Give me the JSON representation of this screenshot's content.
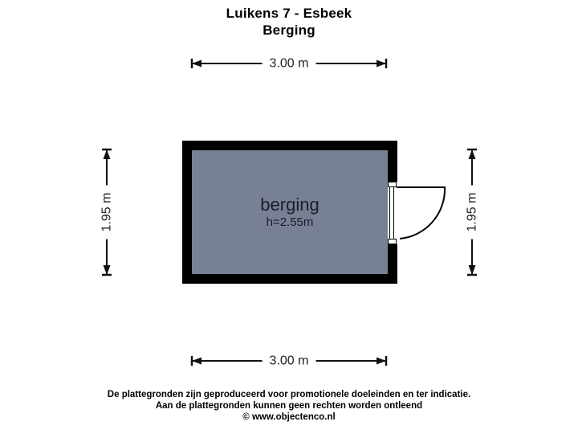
{
  "header": {
    "title": "Luikens 7 - Esbeek",
    "subtitle": "Berging"
  },
  "room": {
    "name": "berging",
    "height_label": "h=2.55m"
  },
  "dimensions": {
    "top": {
      "label": "3.00 m"
    },
    "bottom": {
      "label": "3.00 m"
    },
    "left": {
      "label": "1.95 m"
    },
    "right": {
      "label": "1.95 m"
    }
  },
  "footer": {
    "line1": "De plattegronden zijn geproduceerd voor promotionele doeleinden en ter indicatie.",
    "line2": "Aan de plattegronden kunnen geen rechten worden ontleend",
    "line3": "© www.objectenco.nl"
  },
  "colors": {
    "room_fill": "#778095",
    "wall": "#000000",
    "background": "#FFFFFF",
    "dimension_line": "#111111",
    "text": "#1C1E24"
  }
}
